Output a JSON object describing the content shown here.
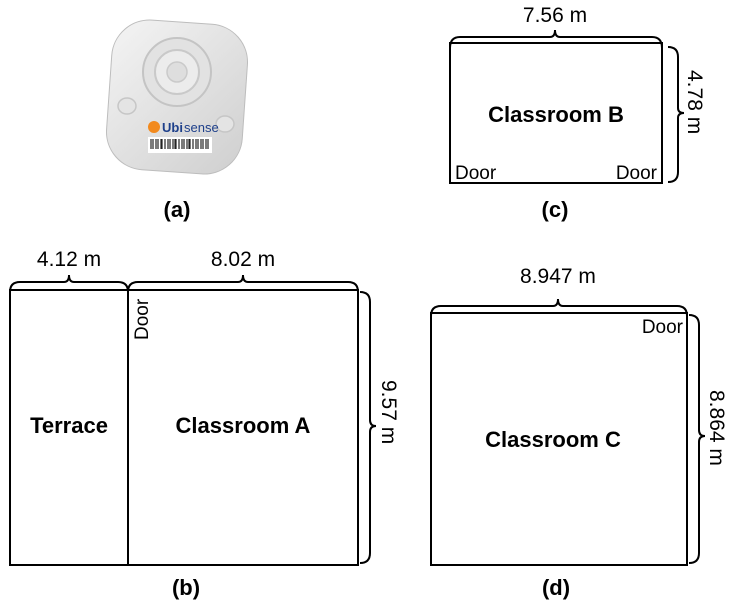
{
  "panel_a": {
    "caption": "(a)",
    "device": {
      "brand": "Ubisense"
    }
  },
  "panel_b": {
    "caption": "(b)",
    "width_terrace": "4.12 m",
    "width_classroom": "8.02 m",
    "height": "9.57 m",
    "room_left": "Terrace",
    "room_right": "Classroom A",
    "door": "Door"
  },
  "panel_c": {
    "caption": "(c)",
    "width": "7.56 m",
    "height": "4.78 m",
    "room": "Classroom B",
    "door_left": "Door",
    "door_right": "Door"
  },
  "panel_d": {
    "caption": "(d)",
    "width": "8.947 m",
    "height": "8.864 m",
    "room": "Classroom C",
    "door": "Door"
  }
}
